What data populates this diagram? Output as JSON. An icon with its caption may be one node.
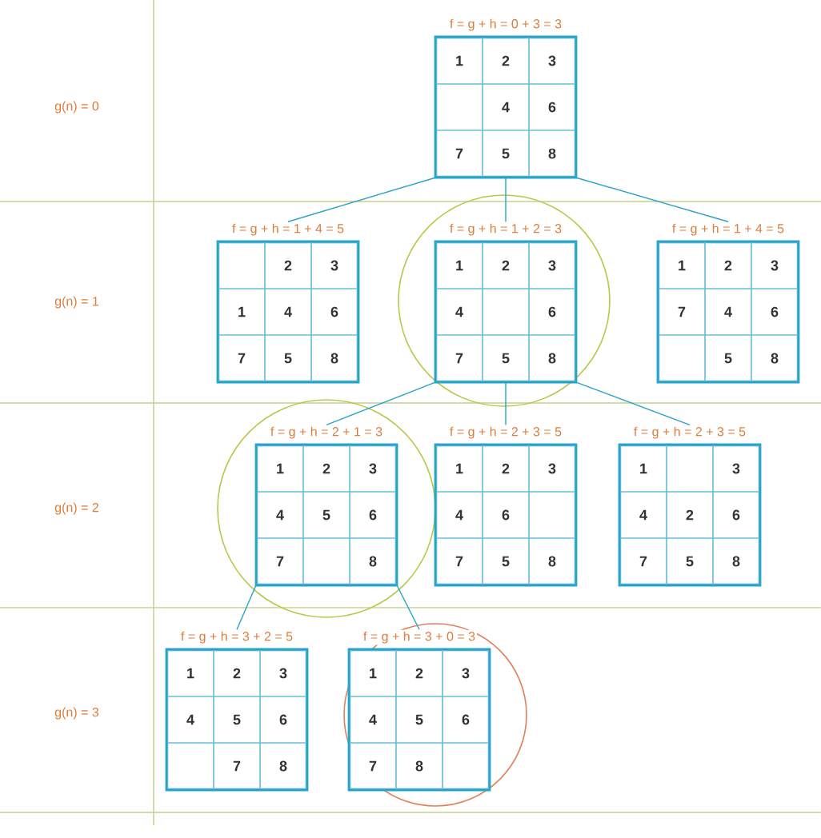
{
  "diagram": {
    "nodes": [
      {
        "text": [
          "f = g + h = 0 + 3 = 3"
        ]
      },
      {
        "text": [
          "1"
        ],
        "in": 0
      },
      {
        "text": [
          "2"
        ],
        "in": 0
      },
      {
        "text": [
          "3"
        ],
        "in": 0
      },
      {
        "text": [],
        "shape": "box",
        "in": 0
      },
      {
        "text": [
          "4"
        ],
        "in": 0
      },
      {
        "text": [
          "6"
        ],
        "in": 0
      },
      {
        "text": [
          "7"
        ],
        "in": 0
      },
      {
        "text": [
          "5"
        ],
        "in": 0
      },
      {
        "text": [
          "8"
        ],
        "in": 0
      },
      {
        "text": [
          "f = g + h = 1 + 4 = 5"
        ]
      },
      {
        "text": [],
        "shape": "box",
        "in": 10
      },
      {
        "text": [
          "2"
        ],
        "in": 10
      },
      {
        "text": [
          "3"
        ],
        "in": 10
      },
      {
        "text": [
          "1"
        ],
        "in": 10
      },
      {
        "text": [
          "4"
        ],
        "in": 10
      },
      {
        "text": [
          "6"
        ],
        "in": 10
      },
      {
        "text": [
          "7"
        ],
        "in": 10
      },
      {
        "text": [
          "5"
        ],
        "in": 10
      },
      {
        "text": [
          "8"
        ],
        "in": 10
      },
      {
        "text": [
          "f = g + h = 1 + 2 = 3"
        ]
      },
      {
        "text": [
          "1"
        ],
        "in": 20
      },
      {
        "text": [
          "2"
        ],
        "in": 20
      },
      {
        "text": [
          "3"
        ],
        "in": 20
      },
      {
        "text": [
          "4"
        ],
        "in": 20
      },
      {
        "text": [],
        "shape": "box",
        "in": 20
      },
      {
        "text": [
          "6"
        ],
        "in": 20
      },
      {
        "text": [
          "7"
        ],
        "in": 20
      },
      {
        "text": [
          "5"
        ],
        "in": 20
      },
      {
        "text": [
          "8"
        ],
        "in": 20
      },
      {
        "text": [
          "f = g + h = 1 + 4 = 5"
        ]
      },
      {
        "text": [
          "1"
        ],
        "in": 30
      },
      {
        "text": [
          "2"
        ],
        "in": 30
      },
      {
        "text": [
          "3"
        ],
        "in": 30
      },
      {
        "text": [
          "7"
        ],
        "in": 30
      },
      {
        "text": [
          "4"
        ],
        "in": 30
      },
      {
        "text": [
          "6"
        ],
        "in": 30
      },
      {
        "text": [],
        "shape": "box",
        "in": 30
      },
      {
        "text": [
          "5"
        ],
        "in": 30
      },
      {
        "text": [
          "8"
        ],
        "in": 30
      },
      {
        "text": [
          "f = g + h = 2 + 1 = 3"
        ]
      },
      {
        "text": [
          "1"
        ],
        "in": 40
      },
      {
        "text": [
          "2"
        ],
        "in": 40
      },
      {
        "text": [
          "3"
        ],
        "in": 40
      },
      {
        "text": [
          "4"
        ],
        "in": 40
      },
      {
        "text": [
          "5"
        ],
        "in": 40
      },
      {
        "text": [
          "6"
        ],
        "in": 40
      },
      {
        "text": [
          "7"
        ],
        "in": 40
      },
      {
        "text": [],
        "shape": "box",
        "in": 40
      },
      {
        "text": [
          "8"
        ],
        "in": 40
      },
      {
        "text": [
          "f = g + h = 2 + 3 = 5"
        ]
      },
      {
        "text": [
          "1"
        ],
        "in": 50
      },
      {
        "text": [
          "2"
        ],
        "in": 50
      },
      {
        "text": [
          "3"
        ],
        "in": 50
      },
      {
        "text": [
          "4"
        ],
        "in": 50
      },
      {
        "text": [
          "6"
        ],
        "in": 50
      },
      {
        "text": [],
        "shape": "box",
        "in": 50
      },
      {
        "text": [
          "7"
        ],
        "in": 50
      },
      {
        "text": [
          "5"
        ],
        "in": 50
      },
      {
        "text": [
          "8"
        ],
        "in": 50
      },
      {
        "text": [
          "f = g + h = 2 + 3 = 5"
        ]
      },
      {
        "text": [
          "1"
        ],
        "in": 60
      },
      {
        "text": [],
        "shape": "box",
        "in": 60
      },
      {
        "text": [
          "3"
        ],
        "in": 60
      },
      {
        "text": [
          "4"
        ],
        "in": 60
      },
      {
        "text": [
          "2"
        ],
        "in": 60
      },
      {
        "text": [
          "6"
        ],
        "in": 60
      },
      {
        "text": [
          "7"
        ],
        "in": 60
      },
      {
        "text": [
          "5"
        ],
        "in": 60
      },
      {
        "text": [
          "8"
        ],
        "in": 60
      },
      {
        "text": [
          "f = g + h = 3 + 2 = 5"
        ]
      },
      {
        "text": [
          "1"
        ],
        "in": 70
      },
      {
        "text": [
          "2"
        ],
        "in": 70
      },
      {
        "text": [
          "3"
        ],
        "in": 70
      },
      {
        "text": [
          "4"
        ],
        "in": 70
      },
      {
        "text": [
          "5"
        ],
        "in": 70
      },
      {
        "text": [
          "6"
        ],
        "in": 70
      },
      {
        "text": [],
        "shape": "box",
        "in": 70
      },
      {
        "text": [
          "7"
        ],
        "in": 70
      },
      {
        "text": [
          "8"
        ],
        "in": 70
      },
      {
        "text": [
          "f = g + h = 3 + 0 = 3"
        ]
      },
      {
        "text": [
          "1"
        ],
        "in": 80
      },
      {
        "text": [
          "2"
        ],
        "in": 80
      },
      {
        "text": [
          "3"
        ],
        "in": 80
      },
      {
        "text": [
          "4"
        ],
        "in": 80
      },
      {
        "text": [
          "5"
        ],
        "in": 80
      },
      {
        "text": [
          "6"
        ],
        "in": 80
      },
      {
        "text": [
          "7"
        ],
        "in": 80
      },
      {
        "text": [
          "8"
        ],
        "in": 80
      },
      {
        "text": [],
        "shape": "box",
        "in": 80
      }
    ],
    "edges": [
      {
        "from": 0,
        "to": 10,
        "arrow": "none"
      },
      {
        "from": 0,
        "to": 20,
        "arrow": "none"
      },
      {
        "from": 0,
        "to": 30,
        "arrow": "none"
      },
      {
        "from": 20,
        "to": 40,
        "arrow": "none"
      },
      {
        "from": 20,
        "to": 50,
        "arrow": "none"
      },
      {
        "from": 20,
        "to": 60,
        "arrow": "none"
      },
      {
        "from": 40,
        "to": 70,
        "arrow": "none"
      },
      {
        "from": 40,
        "to": 80,
        "arrow": "none"
      }
    ],
    "labels": [
      "g(n) = 0",
      "g(n) = 1",
      "g(n) = 2",
      "g(n) = 3"
    ]
  }
}
